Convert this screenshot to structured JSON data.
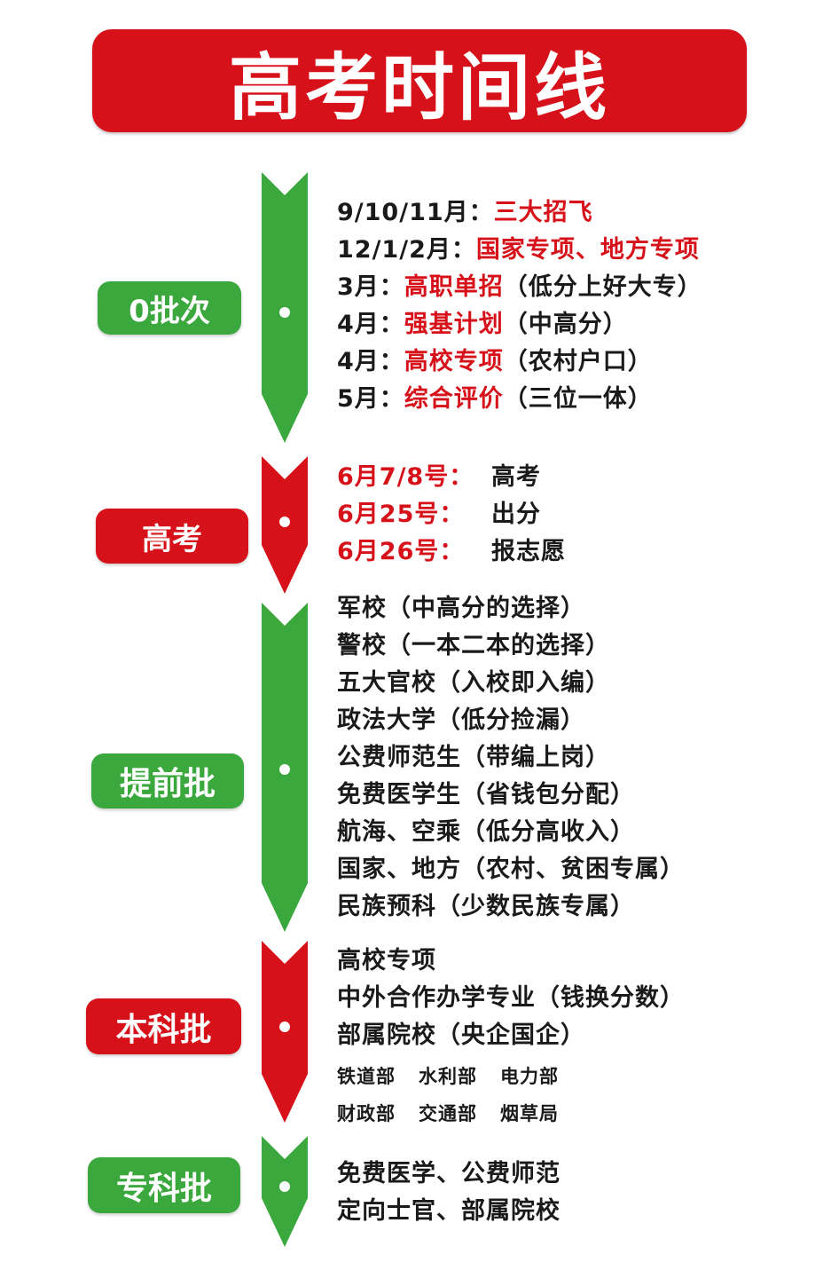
{
  "title": "高考时间线",
  "colors": {
    "red": "#d6111a",
    "green": "#3aa83d"
  },
  "sections": {
    "batch0": {
      "label": "0批次",
      "rows": [
        {
          "prefix": "9/10/11月：",
          "hl": "三大招飞",
          "note": ""
        },
        {
          "prefix": "12/1/2月：",
          "hl": "国家专项、地方专项",
          "note": ""
        },
        {
          "prefix": "3月：",
          "hl": "高职单招",
          "note": "（低分上好大专）"
        },
        {
          "prefix": "4月：",
          "hl": "强基计划",
          "note": "（中高分）"
        },
        {
          "prefix": "4月：",
          "hl": "高校专项",
          "note": "（农村户口）"
        },
        {
          "prefix": "5月：",
          "hl": "综合评价",
          "note": "（三位一体）"
        }
      ]
    },
    "gaokao": {
      "label": "高考",
      "rows": [
        {
          "date": "6月7/8号：",
          "event": "高考"
        },
        {
          "date": "6月25号：",
          "event": "出分"
        },
        {
          "date": "6月26号：",
          "event": "报志愿"
        }
      ]
    },
    "early": {
      "label": "提前批",
      "rows": [
        "军校（中高分的选择）",
        "警校（一本二本的选择）",
        "五大官校（入校即入编）",
        "政法大学（低分捡漏）",
        "公费师范生（带编上岗）",
        "免费医学生（省钱包分配）",
        "航海、空乘（低分高收入）",
        "国家、地方（农村、贫困专属）",
        "民族预科（少数民族专属）"
      ]
    },
    "undergrad": {
      "label": "本科批",
      "rows": [
        "高校专项",
        "中外合作办学专业（钱换分数）",
        "部属院校（央企国企）"
      ],
      "small_rows": [
        [
          "铁道部",
          "水利部",
          "电力部"
        ],
        [
          "财政部",
          "交通部",
          "烟草局"
        ]
      ]
    },
    "junior": {
      "label": "专科批",
      "rows": [
        "免费医学、公费师范",
        "定向士官、部属院校"
      ]
    }
  }
}
